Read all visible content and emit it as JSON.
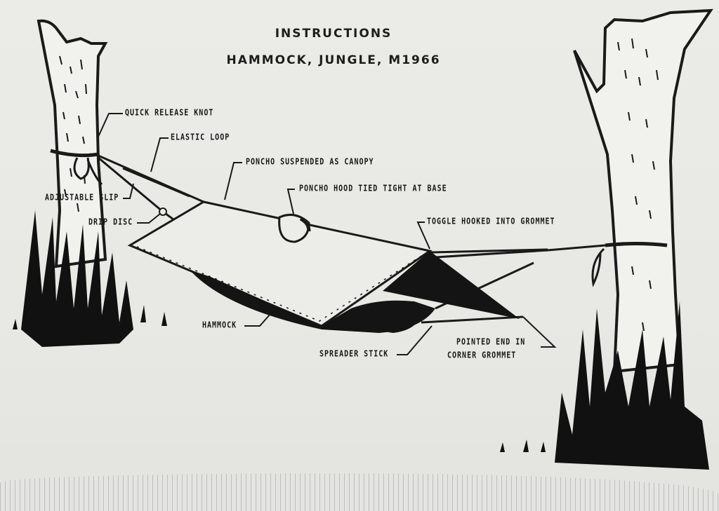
{
  "header": {
    "title_line1": "INSTRUCTIONS",
    "title_line2": "HAMMOCK, JUNGLE, M1966"
  },
  "labels": {
    "quick_release_knot": "QUICK RELEASE KNOT",
    "elastic_loop": "ELASTIC LOOP",
    "poncho_canopy": "PONCHO SUSPENDED AS CANOPY",
    "poncho_hood": "PONCHO HOOD TIED TIGHT AT BASE",
    "adjustable_slip": "ADJUSTABLE SLIP",
    "drip_disc": "DRIP DISC",
    "toggle": "TOGGLE HOOKED INTO GROMMET",
    "hammock": "HAMMOCK",
    "spreader_stick": "SPREADER STICK",
    "pointed_end_line1": "POINTED END IN",
    "pointed_end_line2": "CORNER GROMMET"
  },
  "colors": {
    "ink": "#1a1a1a",
    "paper": "#e9e9e5",
    "bark": "#f1f1ee"
  }
}
